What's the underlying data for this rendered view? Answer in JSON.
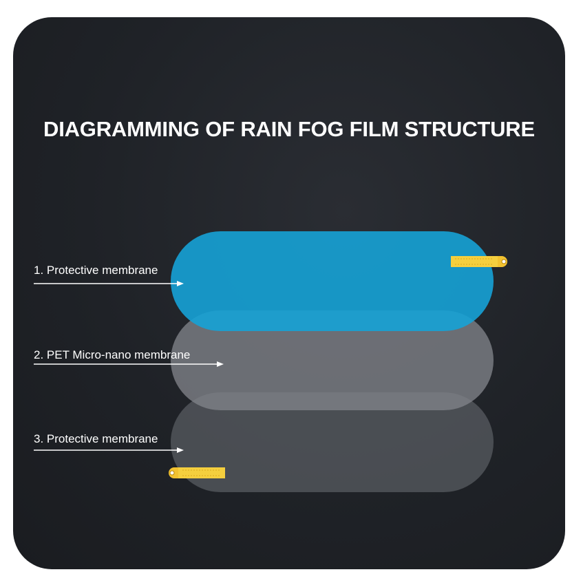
{
  "title": "DIAGRAMMING OF RAIN FOG FILM STRUCTURE",
  "layers": [
    {
      "label": "1. Protective membrane",
      "color": "#16a2d6"
    },
    {
      "label": "2. PET Micro-nano membrane",
      "color": "#808389"
    },
    {
      "label": "3. Protective membrane",
      "color": "#585c62"
    }
  ],
  "colors": {
    "background": "#1f2227",
    "tab": "#f2c230",
    "text": "#ffffff"
  }
}
